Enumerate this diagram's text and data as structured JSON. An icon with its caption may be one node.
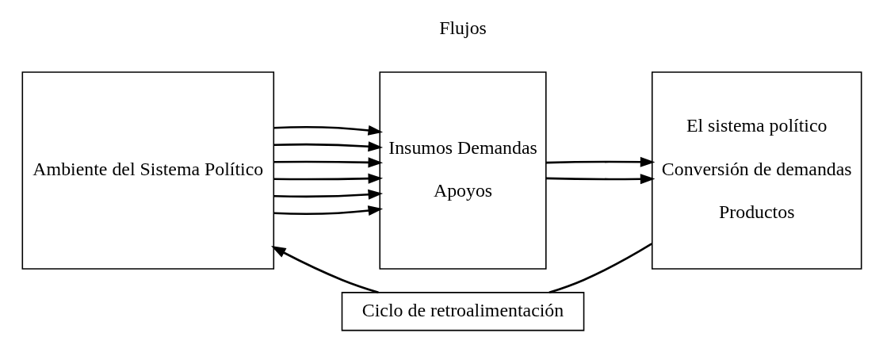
{
  "diagram": {
    "nodes": [
      {
        "text": [
          "Ambiente del Sistema Político"
        ]
      },
      {
        "text": [
          "Insumos Demandas",
          "Apoyos"
        ]
      },
      {
        "text": [
          "El sistema político",
          "Conversión de demandas",
          "Productos"
        ]
      },
      {
        "text": [
          "Ciclo de retroalimentación"
        ]
      }
    ],
    "edges": [
      {
        "from": 0,
        "to": 1,
        "arrow": "to"
      },
      {
        "from": 0,
        "to": 1,
        "arrow": "to"
      },
      {
        "from": 0,
        "to": 1,
        "arrow": "to"
      },
      {
        "from": 0,
        "to": 1,
        "arrow": "to"
      },
      {
        "from": 0,
        "to": 1,
        "arrow": "to"
      },
      {
        "from": 0,
        "to": 1,
        "arrow": "to"
      },
      {
        "from": 1,
        "to": 2,
        "arrow": "to"
      },
      {
        "from": 1,
        "to": 2,
        "arrow": "to"
      },
      {
        "from": 2,
        "to": 3,
        "arrow": "none"
      },
      {
        "from": 3,
        "to": 0,
        "arrow": "to"
      }
    ],
    "labels": [
      "Flujos"
    ]
  }
}
